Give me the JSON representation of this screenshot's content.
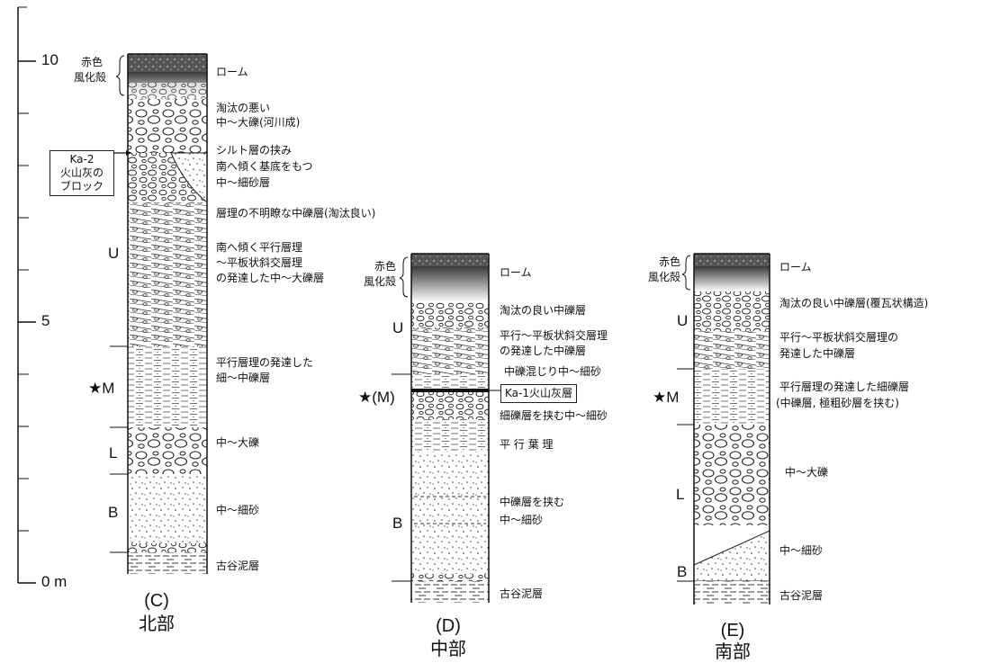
{
  "scale": {
    "ticks": [
      "10",
      "5",
      "0 m"
    ]
  },
  "columns": [
    {
      "id": "C",
      "code": "(C)",
      "name": "北部",
      "units": [
        "U",
        "M",
        "L",
        "B"
      ],
      "star": "★",
      "weathering_label": [
        "赤色",
        "風化殻"
      ],
      "block_label": [
        "Ka-2",
        "火山灰の",
        "ブロック"
      ],
      "layers": [
        "ローム",
        "淘汰の悪い",
        "中～大礫(河川成)",
        "シルト層の挟み",
        "南へ傾く基底をもつ",
        "中～細砂層",
        "層理の不明瞭な中礫層(淘汰良い)",
        "南へ傾く平行層理",
        "～平板状斜交層理",
        "の発達した中～大礫層",
        "平行層理の発達した",
        "細～中礫層",
        "中～大礫",
        "中～細砂",
        "古谷泥層"
      ]
    },
    {
      "id": "D",
      "code": "(D)",
      "name": "中部",
      "units": [
        "U",
        "(M)",
        "B"
      ],
      "star": "★",
      "weathering_label": [
        "赤色",
        "風化殻"
      ],
      "ash_label": "Ka-1火山灰層",
      "layers": [
        "ローム",
        "淘汰の良い中礫層",
        "平行～平板状斜交層理",
        "の発達した中礫層",
        "中礫混じり中～細砂",
        "細礫層を挟む中～細砂",
        "平 行 葉 理",
        "中礫層を挟む",
        "中～細砂",
        "古谷泥層"
      ]
    },
    {
      "id": "E",
      "code": "(E)",
      "name": "南部",
      "units": [
        "U",
        "M",
        "L",
        "B"
      ],
      "star": "★",
      "weathering_label": [
        "赤色",
        "風化殻"
      ],
      "layers": [
        "ローム",
        "淘汰の良い中礫層(覆瓦状構造)",
        "平行～平板状斜交層理の",
        "発達した中礫層",
        "平行層理の発達した細礫層",
        "(中礫層, 極粗砂層を挟む)",
        "中～大礫",
        "中～細砂",
        "古谷泥層"
      ]
    }
  ]
}
